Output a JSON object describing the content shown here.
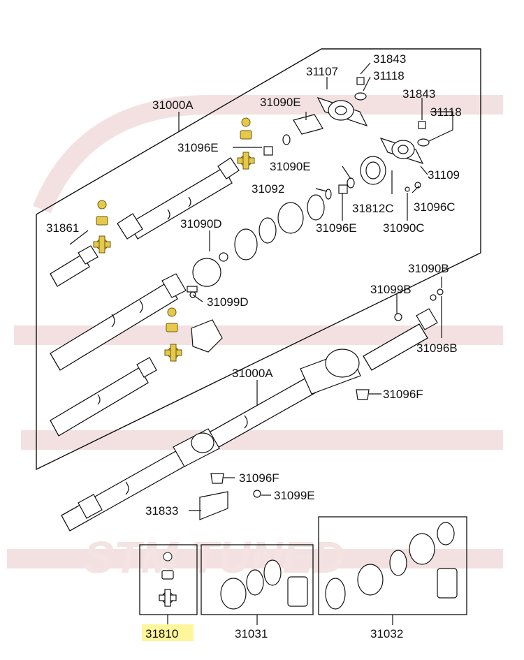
{
  "diagram": {
    "watermark_text": "STM TUNED",
    "highlight_color": "#fff59a",
    "part_color": "#e6c84a",
    "labels": {
      "p31000A_top": "31000A",
      "p31107": "31107",
      "p31843_a": "31843",
      "p31118_a": "31118",
      "p31090E_a": "31090E",
      "p31843_b": "31843",
      "p31118_b": "31118",
      "p31096E_a": "31096E",
      "p31090E_b": "31090E",
      "p31109": "31109",
      "p31092": "31092",
      "p31812C": "31812C",
      "p31096C": "31096C",
      "p31861": "31861",
      "p31090D": "31090D",
      "p31096E_b": "31096E",
      "p31090C": "31090C",
      "p31090B": "31090B",
      "p31099B": "31099B",
      "p31099D": "31099D",
      "p31096B": "31096B",
      "p31000A_mid": "31000A",
      "p31096F_a": "31096F",
      "p31096F_b": "31096F",
      "p31833": "31833",
      "p31099E": "31099E",
      "p31810": "31810",
      "p31031": "31031",
      "p31032": "31032"
    }
  }
}
